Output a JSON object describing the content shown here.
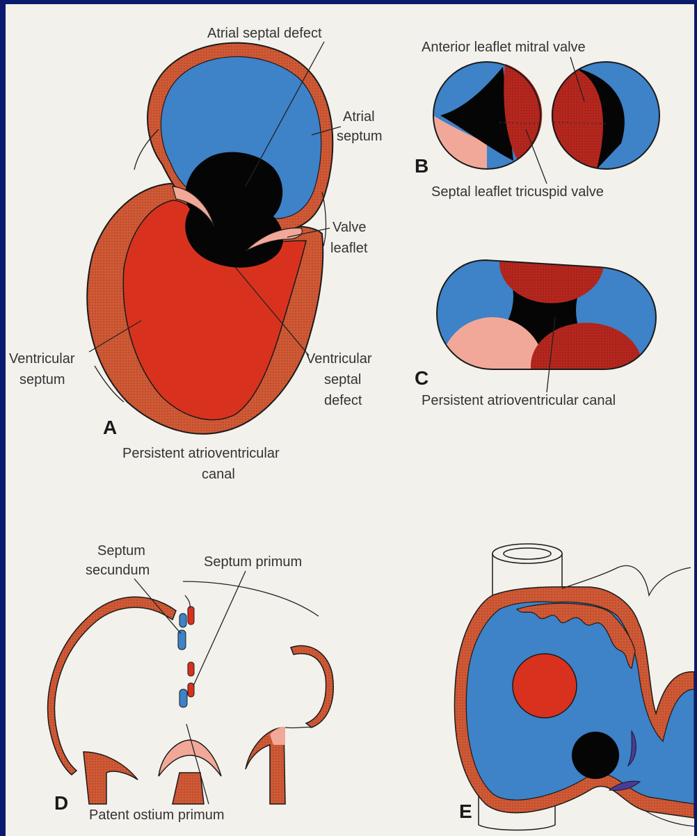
{
  "colors": {
    "page_border": "#0a1a6e",
    "background": "#f2f1ec",
    "blue": "#3e82c8",
    "red": "#d8321e",
    "orange_wall": "#cf5a36",
    "dark_red": "#b5271e",
    "pink": "#f2a898",
    "black": "#050505"
  },
  "panel_a": {
    "letter": "A",
    "labels": {
      "atrial_septal_defect": "Atrial septal defect",
      "atrial_septum_1": "Atrial",
      "atrial_septum_2": "septum",
      "valve_leaflet_1": "Valve",
      "valve_leaflet_2": "leaflet",
      "ventricular_septum_1": "Ventricular",
      "ventricular_septum_2": "septum",
      "vsd_1": "Ventricular",
      "vsd_2": "septal",
      "vsd_3": "defect"
    },
    "caption_1": "Persistent atrioventricular",
    "caption_2": "canal"
  },
  "panel_b": {
    "letter": "B",
    "label_top": "Anterior leaflet mitral valve",
    "label_bottom": "Septal leaflet tricuspid valve"
  },
  "panel_c": {
    "letter": "C",
    "caption": "Persistent atrioventricular canal"
  },
  "panel_d": {
    "letter": "D",
    "label_septum_secundum_1": "Septum",
    "label_septum_secundum_2": "secundum",
    "label_septum_primum": "Septum primum",
    "caption": "Patent ostium primum"
  },
  "panel_e": {
    "letter": "E"
  }
}
